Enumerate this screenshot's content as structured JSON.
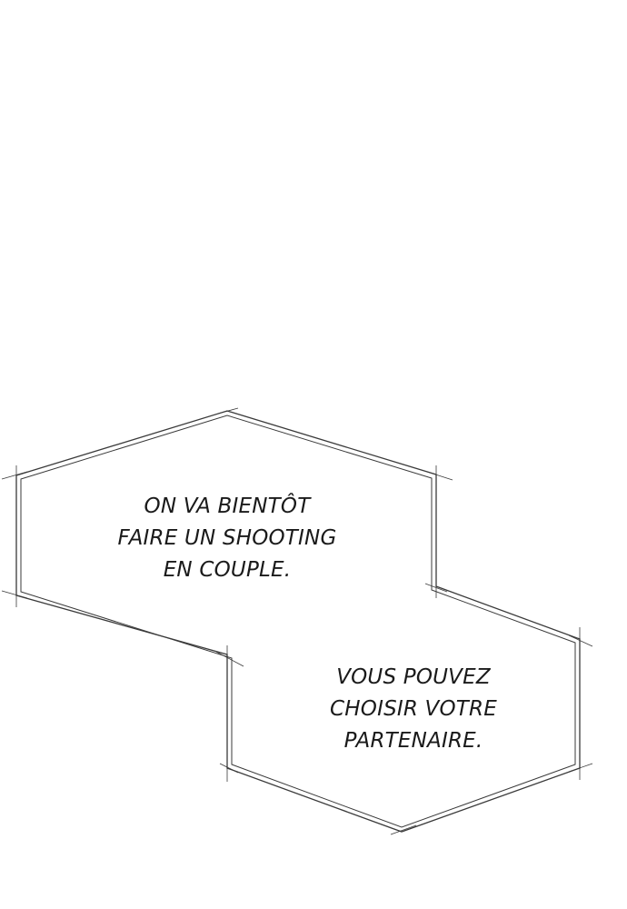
{
  "panel": {
    "background_color": "#ffffff",
    "line_color": "#3a3a3a"
  },
  "bubbles": [
    {
      "lines": [
        "ON VA BIENTÔT",
        "FAIRE UN SHOOTING",
        "EN COUPLE."
      ]
    },
    {
      "lines": [
        "VOUS POUVEZ",
        "CHOISIR VOTRE",
        "PARTENAIRE."
      ]
    }
  ]
}
